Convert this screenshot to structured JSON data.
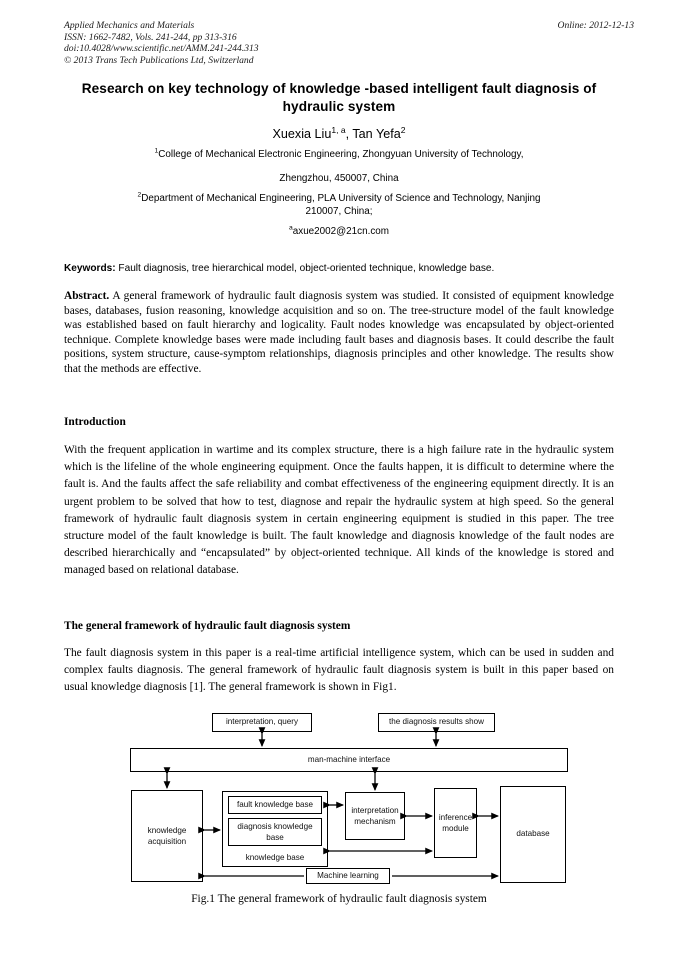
{
  "masthead": {
    "journal": "Applied Mechanics and Materials",
    "issn": "ISSN: 1662-7482, Vols. 241-244, pp 313-316",
    "doi": "doi:10.4028/www.scientific.net/AMM.241-244.313",
    "copyright": "© 2013 Trans Tech Publications Ltd, Switzerland",
    "online": "Online: 2012-12-13"
  },
  "title": "Research on key technology of knowledge -based intelligent fault diagnosis of hydraulic system",
  "authors": {
    "author1_name": "Xuexia Liu",
    "author1_sup": "1, a",
    "separator": ", ",
    "author2_name": "Tan Yefa",
    "author2_sup": "2"
  },
  "affiliations": {
    "a1_sup": "1",
    "a1_line1": "College of Mechanical Electronic Engineering, Zhongyuan University of Technology,",
    "a1_line2": "Zhengzhou, 450007, China",
    "a2_sup": "2",
    "a2_line1": "Department of Mechanical Engineering, PLA University of Science and Technology, Nanjing",
    "a2_line2": "210007, China;",
    "email_sup": "a",
    "email": "axue2002@21cn.com"
  },
  "keywords": {
    "label": "Keywords:",
    "text": " Fault diagnosis, tree hierarchical model, object-oriented technique, knowledge base."
  },
  "abstract": {
    "label": "Abstract.",
    "text": "   A general framework of hydraulic fault diagnosis system was studied. It consisted of equipment knowledge bases, databases, fusion reasoning, knowledge acquisition and so on. The tree-structure model of the fault knowledge was established based on fault hierarchy and logicality. Fault nodes knowledge was encapsulated by object-oriented technique. Complete knowledge bases were made including fault bases and diagnosis bases. It could describe the fault positions, system structure, cause-symptom relationships, diagnosis principles and other knowledge. The results show that the methods are effective."
  },
  "sections": {
    "introduction_heading": "Introduction",
    "introduction_text": "With the frequent application in wartime and its complex structure, there is a high failure rate in the hydraulic system which is the lifeline of the whole engineering equipment. Once the faults happen, it is difficult to determine where the fault is. And the faults affect the safe reliability and combat effectiveness of the engineering equipment directly. It is an urgent problem to be solved that how to test, diagnose and repair the hydraulic system at high speed. So the general framework of hydraulic fault diagnosis system in certain engineering equipment is studied in this paper. The tree structure model of the fault knowledge is built. The fault knowledge and diagnosis knowledge of the fault nodes are described hierarchically and “encapsulated” by object-oriented technique. All kinds of the knowledge is stored and managed based on relational database.",
    "framework_heading": "The general framework of hydraulic fault diagnosis system",
    "framework_text": "The fault diagnosis system in this paper is a real-time artificial intelligence system, which can be used in sudden and complex faults diagnosis. The general framework of hydraulic fault diagnosis system is built in this paper based on usual knowledge diagnosis [1]. The general framework is shown in Fig1."
  },
  "figure": {
    "caption": "Fig.1 The general framework of hydraulic fault diagnosis system",
    "boxes": {
      "interpretation_query": "interpretation, query",
      "diagnosis_results_show": "the diagnosis results show",
      "man_machine_interface": "man-machine interface",
      "knowledge_acquisition": "knowledge acquisition",
      "fault_knowledge_base": "fault knowledge base",
      "diagnosis_knowledge_base": "diagnosis knowledge base",
      "knowledge_base_group": "knowledge base",
      "interpretation_mechanism": "interpretation mechanism",
      "inference_module": "inference module",
      "database": "database",
      "machine_learning": "Machine learning"
    }
  }
}
